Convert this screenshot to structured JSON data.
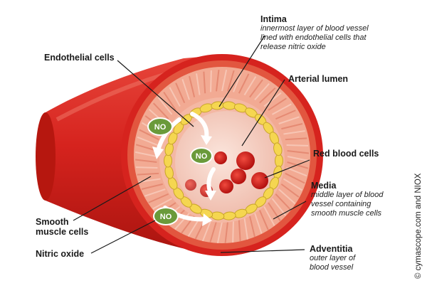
{
  "labels": {
    "intima": {
      "title": "Intima",
      "desc": [
        "innermost layer of blood vessel",
        "lined with endothelial cells that",
        "release nitric oxide"
      ]
    },
    "endothelial": {
      "title": "Endothelial cells"
    },
    "arterial_lumen": {
      "title": "Arterial lumen"
    },
    "red_blood_cells": {
      "title": "Red blood cells"
    },
    "media": {
      "title": "Media",
      "desc": [
        "middle layer of blood",
        "vessel containing",
        "smooth muscle cells"
      ]
    },
    "smooth_muscle": {
      "title": [
        "Smooth",
        "muscle cells"
      ]
    },
    "nitric_oxide": {
      "title": "Nitric oxide"
    },
    "adventitia": {
      "title": "Adventitia",
      "desc": [
        "outer layer of",
        "blood vessel"
      ]
    }
  },
  "badges": {
    "no_label": "NO"
  },
  "copyright": "© cymascope.com and NIOX",
  "colors": {
    "vessel_red": "#d6231e",
    "media_pink": "#f2aa93",
    "endothelial_yellow": "#f5d650",
    "lumen": "#f7d4c8",
    "rbc": "#d8201f",
    "no_green": "#6a9a3a"
  }
}
